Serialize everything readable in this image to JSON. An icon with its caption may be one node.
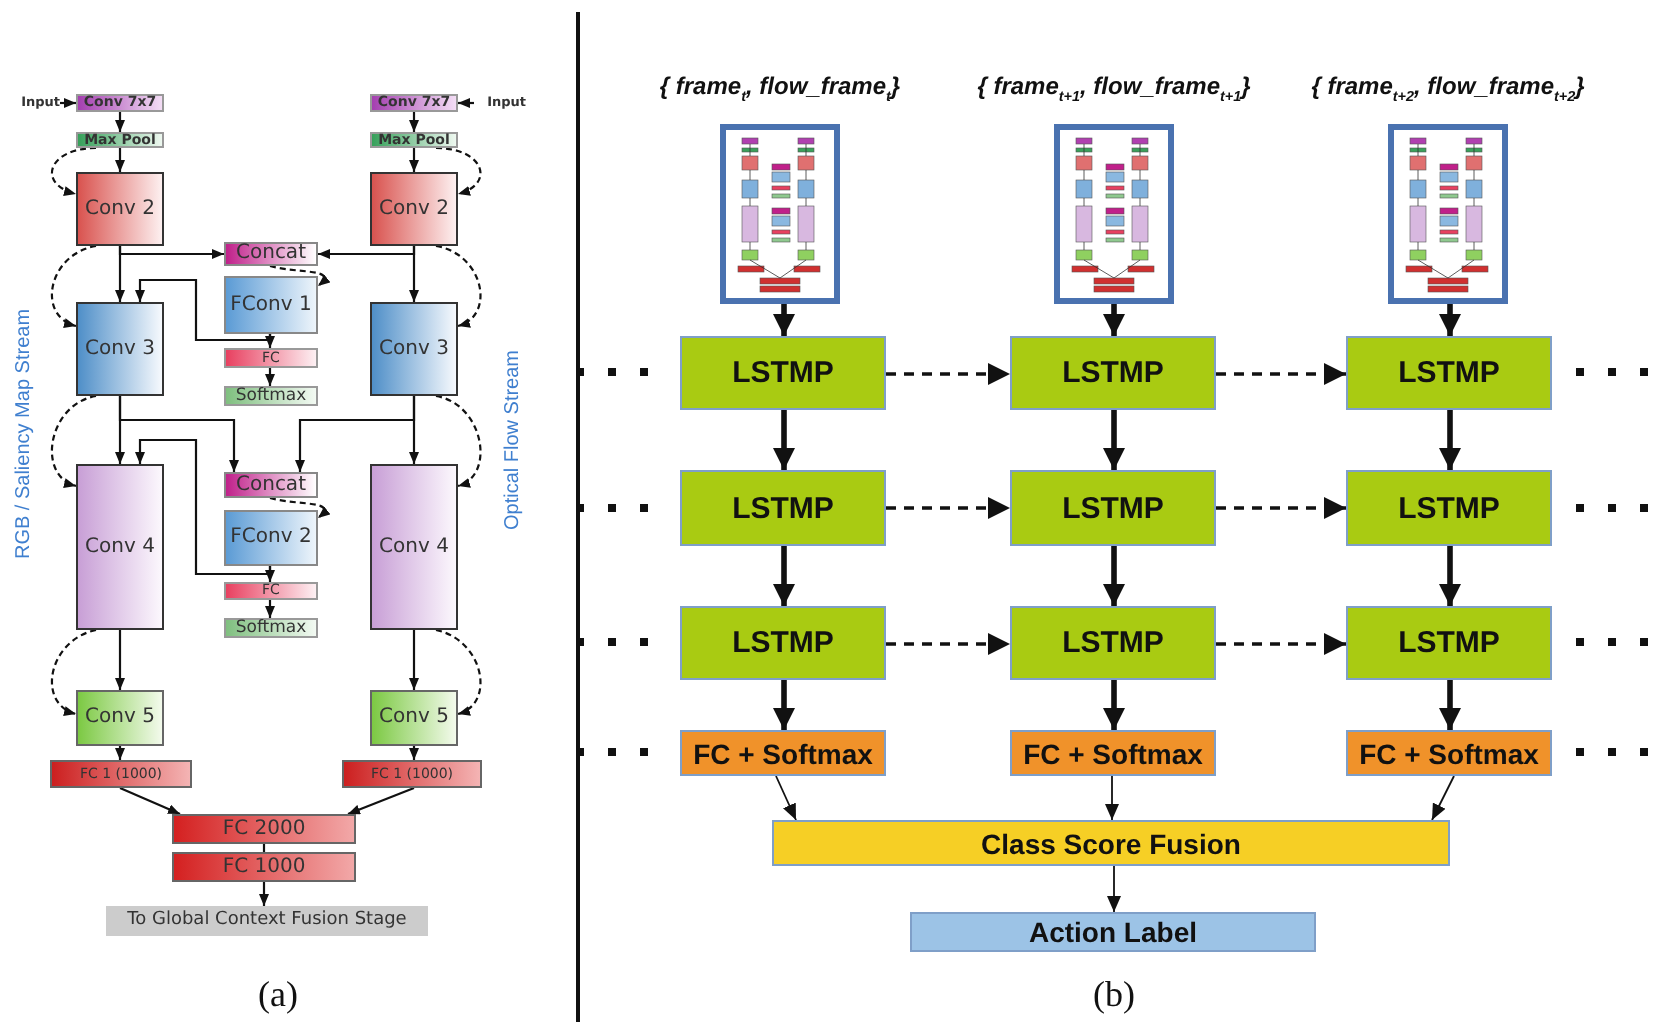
{
  "diagram": {
    "nodes": [
      {
        "text": [
          "Input"
        ]
      },
      {
        "text": [
          "Conv 7x7"
        ]
      },
      {
        "text": [
          "Max Pool"
        ]
      },
      {
        "text": [
          "Conv 2"
        ]
      },
      {
        "text": [
          "Conv 7x7"
        ]
      },
      {
        "text": [
          "Input"
        ]
      },
      {
        "text": [
          "Max Pool"
        ]
      },
      {
        "text": [
          "Conv 2"
        ]
      },
      {
        "text": [
          "Concat"
        ]
      },
      {
        "text": [
          "FConv 1"
        ]
      },
      {
        "text": [
          "FC"
        ]
      },
      {
        "text": [
          "Softmax"
        ]
      },
      {
        "text": [
          "Conv 3"
        ]
      },
      {
        "text": [
          "Conv 3"
        ]
      },
      {
        "text": [
          "Concat"
        ]
      },
      {
        "text": [
          "FConv 2"
        ]
      },
      {
        "text": [
          "FC"
        ]
      },
      {
        "text": [
          "Softmax"
        ]
      },
      {
        "text": [
          "Conv 4"
        ]
      },
      {
        "text": [
          "Conv 4"
        ]
      },
      {
        "text": [
          "Conv 5"
        ]
      },
      {
        "text": [
          "Conv 5"
        ]
      },
      {
        "text": [
          "FC 1 (1000)"
        ]
      },
      {
        "text": [
          "FC 1 (1000)"
        ]
      },
      {
        "text": [
          "FC 2000"
        ]
      },
      {
        "text": [
          "FC 1000"
        ]
      },
      {
        "text": [
          "To Global Context Fusion Stage"
        ]
      },
      {
        "text": [
          "{ frame$_{t}$, flow_frame$_{t}$}"
        ]
      },
      {
        "text": [
          "{ frame$_{t+1}$, flow_frame$_{t+1}$}"
        ]
      },
      {
        "text": [
          "{ frame$_{t+2}$, flow_frame$_{t+2}$}"
        ]
      },
      {
        "text": [
          "LSTMP"
        ]
      },
      {
        "text": [
          "LSTMP"
        ]
      },
      {
        "text": [
          "LSTMP"
        ]
      },
      {
        "text": [
          "LSTMP"
        ]
      },
      {
        "text": [
          "LSTMP"
        ]
      },
      {
        "text": [
          "LSTMP"
        ]
      },
      {
        "text": [
          "LSTMP"
        ]
      },
      {
        "text": [
          "LSTMP"
        ]
      },
      {
        "text": [
          "LSTMP"
        ]
      },
      {
        "text": [
          "FC + Softmax"
        ]
      },
      {
        "text": [
          "FC + Softmax"
        ]
      },
      {
        "text": [
          "FC + Softmax"
        ]
      },
      {
        "text": [
          "Class Score Fusion"
        ]
      },
      {
        "text": [
          "Action Label"
        ]
      }
    ],
    "edges": [
      {
        "from": 0,
        "to": 1,
        "arrow": "to"
      },
      {
        "from": 1,
        "to": 2,
        "arrow": "to"
      },
      {
        "from": 2,
        "to": 3,
        "arrow": "to"
      },
      {
        "from": 2,
        "to": 3,
        "arrow": "to",
        "style": "dashed"
      },
      {
        "from": 5,
        "to": 4,
        "arrow": "to"
      },
      {
        "from": 4,
        "to": 6,
        "arrow": "to"
      },
      {
        "from": 6,
        "to": 7,
        "arrow": "to"
      },
      {
        "from": 6,
        "to": 7,
        "arrow": "to",
        "style": "dashed"
      },
      {
        "from": 3,
        "to": 12,
        "arrow": "to"
      },
      {
        "from": 3,
        "to": 12,
        "arrow": "to",
        "style": "dashed"
      },
      {
        "from": 3,
        "to": 8,
        "arrow": "to"
      },
      {
        "from": 7,
        "to": 8,
        "arrow": "to"
      },
      {
        "from": 7,
        "to": 13,
        "arrow": "to"
      },
      {
        "from": 7,
        "to": 13,
        "arrow": "to",
        "style": "dashed"
      },
      {
        "from": 8,
        "to": 9,
        "arrow": "to",
        "style": "dashed"
      },
      {
        "from": 9,
        "to": 10,
        "arrow": "to"
      },
      {
        "from": 10,
        "to": 11,
        "arrow": "to"
      },
      {
        "from": 9,
        "to": 12,
        "arrow": "to"
      },
      {
        "from": 12,
        "to": 14,
        "arrow": "to"
      },
      {
        "from": 13,
        "to": 14,
        "arrow": "to"
      },
      {
        "from": 12,
        "to": 18,
        "arrow": "to"
      },
      {
        "from": 12,
        "to": 18,
        "arrow": "to",
        "style": "dashed"
      },
      {
        "from": 13,
        "to": 19,
        "arrow": "to"
      },
      {
        "from": 13,
        "to": 19,
        "arrow": "to",
        "style": "dashed"
      },
      {
        "from": 14,
        "to": 15,
        "arrow": "to",
        "style": "dashed"
      },
      {
        "from": 15,
        "to": 16,
        "arrow": "to"
      },
      {
        "from": 16,
        "to": 17,
        "arrow": "to"
      },
      {
        "from": 15,
        "to": 18,
        "arrow": "to"
      },
      {
        "from": 18,
        "to": 20,
        "arrow": "to"
      },
      {
        "from": 18,
        "to": 20,
        "arrow": "to",
        "style": "dashed"
      },
      {
        "from": 19,
        "to": 21,
        "arrow": "to"
      },
      {
        "from": 19,
        "to": 21,
        "arrow": "to",
        "style": "dashed"
      },
      {
        "from": 20,
        "to": 22,
        "arrow": "to"
      },
      {
        "from": 21,
        "to": 23,
        "arrow": "to"
      },
      {
        "from": 22,
        "to": 24,
        "arrow": "to"
      },
      {
        "from": 23,
        "to": 24,
        "arrow": "to"
      },
      {
        "from": 24,
        "to": 25,
        "arrow": "none"
      },
      {
        "from": 25,
        "to": 26,
        "arrow": "to"
      },
      {
        "from": 27,
        "to": 30,
        "arrow": "to",
        "style": "thick"
      },
      {
        "from": 28,
        "to": 31,
        "arrow": "to",
        "style": "thick"
      },
      {
        "from": 29,
        "to": 32,
        "arrow": "to",
        "style": "thick"
      },
      {
        "from": 30,
        "to": 31,
        "arrow": "to",
        "style": "dashed"
      },
      {
        "from": 31,
        "to": 32,
        "arrow": "to",
        "style": "dashed"
      },
      {
        "from": 30,
        "to": 33,
        "arrow": "to",
        "style": "thick"
      },
      {
        "from": 31,
        "to": 34,
        "arrow": "to",
        "style": "thick"
      },
      {
        "from": 32,
        "to": 35,
        "arrow": "to",
        "style": "thick"
      },
      {
        "from": 33,
        "to": 34,
        "arrow": "to",
        "style": "dashed"
      },
      {
        "from": 34,
        "to": 35,
        "arrow": "to",
        "style": "dashed"
      },
      {
        "from": 33,
        "to": 36,
        "arrow": "to",
        "style": "thick"
      },
      {
        "from": 34,
        "to": 37,
        "arrow": "to",
        "style": "thick"
      },
      {
        "from": 35,
        "to": 38,
        "arrow": "to",
        "style": "thick"
      },
      {
        "from": 36,
        "to": 37,
        "arrow": "to",
        "style": "dashed"
      },
      {
        "from": 37,
        "to": 38,
        "arrow": "to",
        "style": "dashed"
      },
      {
        "from": 36,
        "to": 39,
        "arrow": "to",
        "style": "thick"
      },
      {
        "from": 37,
        "to": 40,
        "arrow": "to",
        "style": "thick"
      },
      {
        "from": 38,
        "to": 41,
        "arrow": "to",
        "style": "thick"
      },
      {
        "from": 39,
        "to": 42,
        "arrow": "to"
      },
      {
        "from": 40,
        "to": 42,
        "arrow": "to"
      },
      {
        "from": 41,
        "to": 42,
        "arrow": "to"
      },
      {
        "from": 42,
        "to": 43,
        "arrow": "to"
      }
    ],
    "labels": [
      "RGB / Saliency Map Stream",
      "Optical Flow Stream",
      "(a)",
      "(b)"
    ]
  }
}
